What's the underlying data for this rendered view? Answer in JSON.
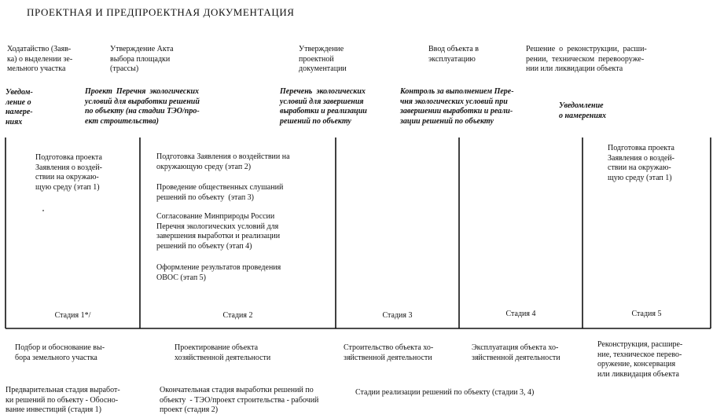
{
  "title": "ПРОЕКТНАЯ И ПРЕДПРОЕКТНАЯ ДОКУМЕНТАЦИЯ",
  "milestones": [
    "Ходатайство (Заяв-\nка) о выделении зе-\nмельного участка",
    "Утверждение Акта\nвыбора площадки\n(трассы)",
    "Утверждение\nпроектной\nдокументации",
    "Ввод объекта в\nэксплуатацию",
    "Решение  о  реконструкции,  расши-\nрении,  техническом  перевооруже-\nнии или ликвидации объекта"
  ],
  "documents": [
    "Уведом-\nление о\nнамере-\nниях",
    "Проект  Перечня  экологических\nусловий для выработки решений\nпо объекту (на стадии ТЭО/про-\nект строительства)",
    "Перечень  экологических\nусловий для завершения\nвыработки и реализации\nрешений по объекту",
    "Контроль за выполнением Пере-\nчня экологических условий при\nзавершении выработки и реали-\nзации решений по объекту",
    "Уведомление\nо намерениях"
  ],
  "activities": {
    "stage1": "Подготовка проекта\nЗаявления о воздей-\nствии на окружаю-\nщую среду (этап 1)",
    "stage2": [
      "Подготовка Заявления о воздействии на\nокружающую среду (этап 2)",
      "Проведение общественных слушаний\nрешений по объекту  (этап 3)",
      "Согласование Минприроды России\nПеречня экологических условий для\nзавершения выработки и реализации\nрешений по объекту (этап 4)",
      "Оформление результатов проведения\nОВОС (этап 5)"
    ],
    "stage5": "Подготовка проекта\nЗаявления о воздей-\nствии на окружаю-\nщую среду (этап 1)"
  },
  "stages": [
    "Стадия 1*/",
    "Стадия 2",
    "Стадия 3",
    "Стадия 4",
    "Стадия 5"
  ],
  "phases": [
    "Подбор и обоснование вы-\nбора земельного участка",
    "Проектирование объекта\nхозяйственной деятельности",
    "Строительство объекта хо-\nзяйственной деятельности",
    "Эксплуатация объекта хо-\nзяйственной деятельности",
    "Реконструкция, расшире-\nние, техническое перево-\nоружение, консервация\nили ликвидация объекта"
  ],
  "footer": [
    "Предварительная стадия выработ-\nки решений по объекту - Обосно-\nвание инвестиций (стадия 1)",
    "Окончательная стадия выработки решений по\nобъекту  - ТЭО/проект строительства - рабочий\nпроект (стадия 2)",
    "Стадии реализации решений по объекту (стадии 3, 4)"
  ]
}
